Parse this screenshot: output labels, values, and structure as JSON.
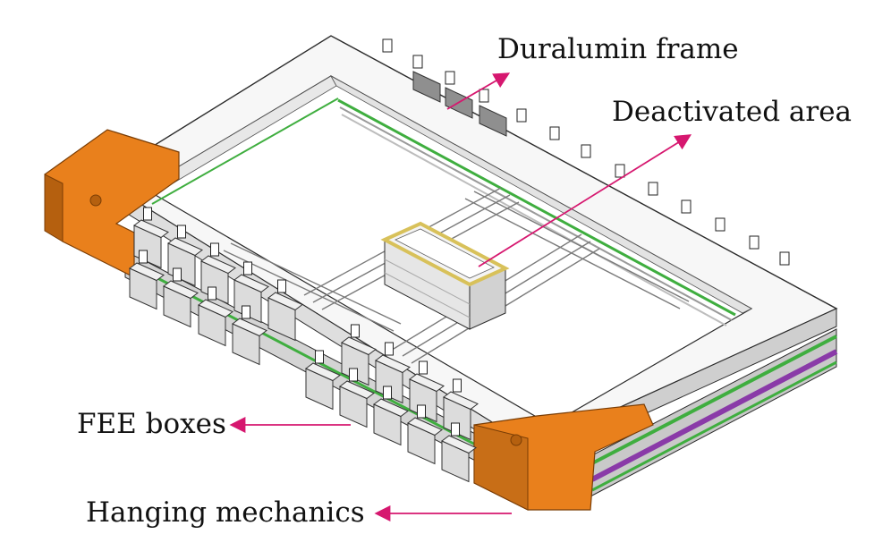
{
  "labels": {
    "duralumin_frame": "Duralumin frame",
    "deactivated_area": "Deactivated  area",
    "fee_boxes": "FEE boxes",
    "hanging_mechanics": "Hanging mechanics"
  },
  "colors": {
    "arrow": "#d6176f",
    "frame": "#f6f6f6",
    "frame_edge": "#2b2b2b",
    "orange_bracket": "#e9801c",
    "orange_dark": "#b5600f",
    "green_strip": "#3fae3f",
    "purple_strip": "#8a3aa8",
    "fee_box": "#dcdcdc",
    "center_ring": "#d8c15a"
  },
  "icons": [
    "arrow-icon"
  ]
}
